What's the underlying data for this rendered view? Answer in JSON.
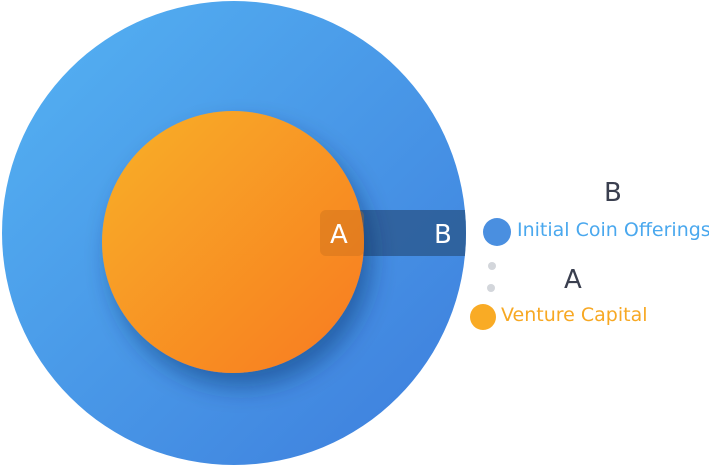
{
  "diagram": {
    "inner_label": "A",
    "outer_label": "B"
  },
  "legend": {
    "items": [
      {
        "letter": "B",
        "label": "Initial Coin Offerings",
        "color": "#4a8fe0",
        "text_color": "#4aa8ee"
      },
      {
        "letter": "A",
        "label": "Venture Capital",
        "color": "#f9ab25",
        "text_color": "#f7a823"
      }
    ]
  },
  "colors": {
    "band": "#2e5e98",
    "letter": "#3a3f4f",
    "connector": "#d3d6db"
  }
}
